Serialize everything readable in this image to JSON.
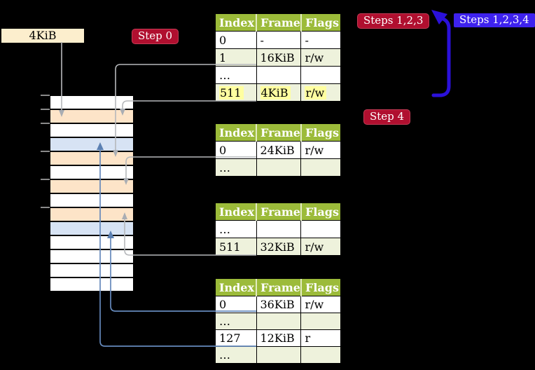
{
  "labels": {
    "frame_size_box": "4KiB",
    "step0": "Step 0",
    "steps123": "Steps 1,2,3",
    "step4": "Step 4",
    "steps1234": "Steps 1,2,3,4"
  },
  "colors": {
    "background": "#000000",
    "table_header_green": "#9cbb3a",
    "table_row_light_green": "#eef2dc",
    "page_table_frame_orange": "#fde4c8",
    "mapped_frame_blue": "#d7e3f4",
    "highlight_yellow": "#ffffa0",
    "step_badge_red": "#b00f2f",
    "steps1234_badge_blueviolet": "#3e22ee",
    "recursive_arrow_blue": "#2b11da",
    "connector_gray": "#b6b8bb",
    "connector_blue": "#6589bb",
    "address_box_cream": "#fceecd"
  },
  "memory": {
    "rows": [
      {
        "type": "free"
      },
      {
        "type": "page-table"
      },
      {
        "type": "free"
      },
      {
        "type": "mapped"
      },
      {
        "type": "page-table"
      },
      {
        "type": "free"
      },
      {
        "type": "page-table"
      },
      {
        "type": "free"
      },
      {
        "type": "page-table"
      },
      {
        "type": "mapped"
      },
      {
        "type": "free"
      },
      {
        "type": "free"
      },
      {
        "type": "free"
      },
      {
        "type": "free"
      }
    ],
    "tick_rows": [
      0,
      1,
      2,
      4,
      6,
      8
    ]
  },
  "tables": [
    {
      "headers": [
        "Index",
        "Frame",
        "Flags"
      ],
      "rows": [
        [
          "0",
          "-",
          "-"
        ],
        [
          "1",
          "16KiB",
          "r/w"
        ],
        [
          "…",
          "",
          ""
        ],
        [
          "511",
          "4KiB",
          "r/w"
        ]
      ],
      "highlight_row": 3
    },
    {
      "headers": [
        "Index",
        "Frame",
        "Flags"
      ],
      "rows": [
        [
          "0",
          "24KiB",
          "r/w"
        ],
        [
          "…",
          "",
          ""
        ]
      ],
      "highlight_row": null
    },
    {
      "headers": [
        "Index",
        "Frame",
        "Flags"
      ],
      "rows": [
        [
          "…",
          "",
          ""
        ],
        [
          "511",
          "32KiB",
          "r/w"
        ]
      ],
      "highlight_row": null
    },
    {
      "headers": [
        "Index",
        "Frame",
        "Flags"
      ],
      "rows": [
        [
          "0",
          "36KiB",
          "r/w"
        ],
        [
          "…",
          "",
          ""
        ],
        [
          "127",
          "12KiB",
          "r"
        ],
        [
          "…",
          "",
          ""
        ]
      ],
      "highlight_row": null
    }
  ]
}
